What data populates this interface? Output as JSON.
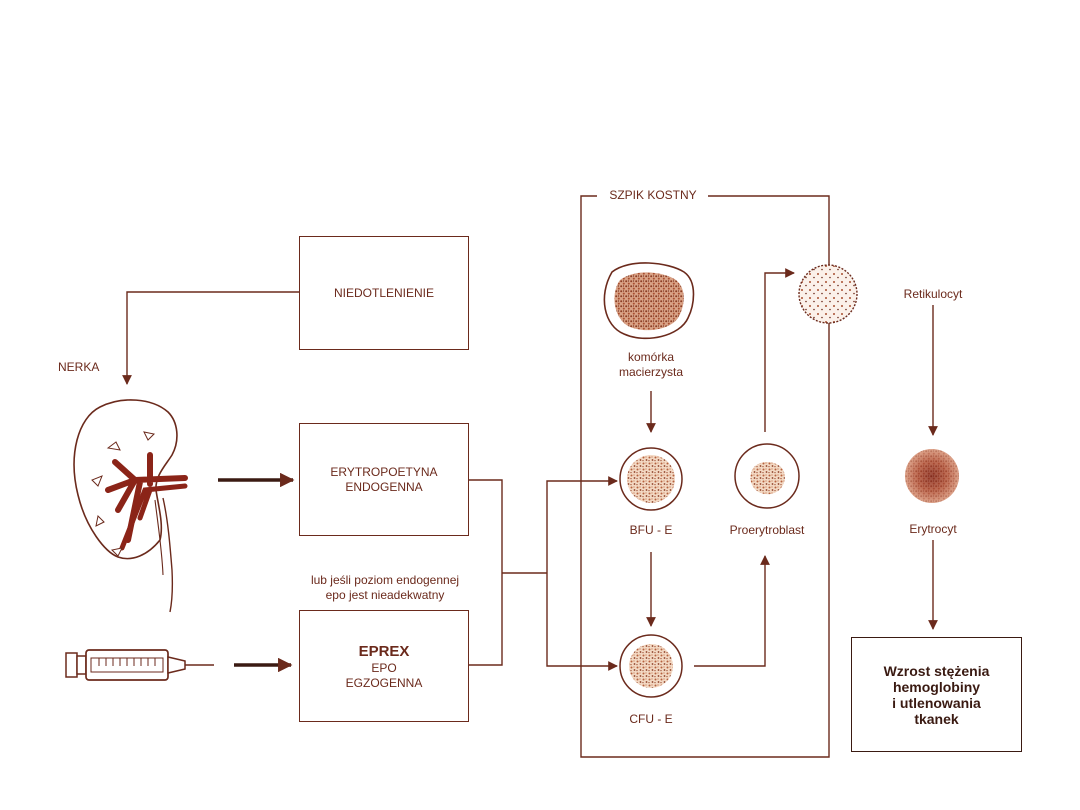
{
  "colors": {
    "ink": "#6b2a1c",
    "dark": "#3a1a12",
    "cell": "#c4744f",
    "vessel": "#8b2418"
  },
  "labels": {
    "bone_marrow": "SZPIK KOSTNY",
    "kidney": "NERKA",
    "hypoxia": "NIEDOTLENIENIE",
    "endogenous_line1": "ERYTROPOETYNA",
    "endogenous_line2": "ENDOGENNA",
    "note_line1": "lub jeśli  poziom endogennej",
    "note_line2": "epo jest  nieadekwatny",
    "eprex": "EPREX",
    "epo": "EPO",
    "exogenous": "EGZOGENNA",
    "stem_line1": "komórka",
    "stem_line2": "macierzysta",
    "bfu": "BFU - E",
    "cfu": "CFU - E",
    "proerythroblast": "Proerytroblast",
    "reticulocyte": "Retikulocyt",
    "erythrocyte": "Erytrocyt",
    "result_line1": "Wzrost stężenia",
    "result_line2": "hemoglobiny",
    "result_line3": "i utlenowania",
    "result_line4": "tkanek"
  },
  "icons": [
    "kidney-icon",
    "syringe-icon",
    "stem-cell-icon",
    "bfu-e-cell-icon",
    "cfu-e-cell-icon",
    "proerythroblast-cell-icon",
    "reticulocyte-cell-icon",
    "erythrocyte-cell-icon"
  ]
}
